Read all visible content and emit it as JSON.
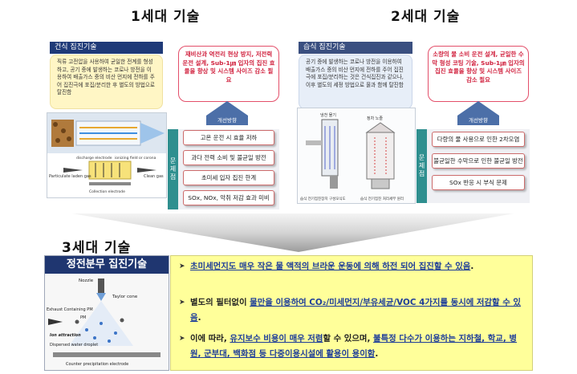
{
  "gen1": {
    "title": "1세대 기술",
    "tech_label": "건식 집진기술",
    "description": "직류 고전압을 사용하여 균일한 전계를 형성하고, 공기 중에 발생하는 코로나 방전을 이용하여 배출가스 중의 비산 먼지에 전하를 주어 집진극에 포집/분리한 후 별도의 방법으로 탈진함",
    "improvement_text": "재비산과 역전리 현상 방지, 저전력 운전 설계, Sub-1㎛ 입자의 집진 효율을 향상 및 시스템 사이즈 감소 필요",
    "improvement_label": "개선방향",
    "problem_label": "문제점",
    "problems": [
      "고온 운전 시 효율 저하",
      "과다 전력 소비 및 불균일 방전",
      "초미세 입자 집진 한계",
      "SOx, NOx, 악취 저감 효과 미비"
    ],
    "image_labels": {
      "discharge": "discharge electrode",
      "ionizing": "ionizing field or corona",
      "particulate": "Particulate laden gas",
      "clean": "Clean gas",
      "collection": "Collection electrode"
    }
  },
  "gen2": {
    "title": "2세대 기술",
    "tech_label": "습식 집진기술",
    "description": "공기 중에 발생하는 코로나 방전을 이용하여 배출가스 중의 비산 먼지에 전하를 주어 집진극에 포집/분리하는 것은 건식집진과 같으나, 이후 별도의 세정 방법으로 물과 함께 탈진함",
    "improvement_text": "소량의 물 소비 운전 설계, 균일한 수막 형성 코팅 기술, Sub-1㎛ 입자의 집진 효율을 향상 및 시스템 사이즈 감소 필요",
    "improvement_label": "개선방향",
    "problem_label": "문제점",
    "problems": [
      "다량의 물 사용으로 인한 2차오염",
      "불균일한 수막으로 인한 불균일 방전",
      "SOx 반응 시 부식 문제"
    ],
    "image_labels": {
      "top": "냉천 물기",
      "spray": "정차 노즐",
      "caption_left": "습식 전기집진장치 구성모식도",
      "caption_right": "습식 전기집진 처리세부 원리"
    }
  },
  "gen3": {
    "title": "3세대 기술",
    "tech_title": "정전분무 집진기술",
    "items": [
      {
        "segments": [
          {
            "text": "초미세먼지도 매우 작은 물 액적의 브라운 운동에 의해 하전 되어 집진할 수 있음",
            "hl": true
          },
          {
            "text": ".",
            "hl": false
          }
        ]
      },
      {
        "segments": [
          {
            "text": "별도의 필터없이 ",
            "hl": false
          },
          {
            "text": "물만을 이용하여 CO₂/미세먼지/부유세균/VOC 4가지를 동시에 저감할 수 있음",
            "hl": true
          },
          {
            "text": ".",
            "hl": false
          }
        ]
      },
      {
        "segments": [
          {
            "text": "이에 따라, ",
            "hl": false
          },
          {
            "text": "유지보수 비용이 매우 저렴",
            "hl": true
          },
          {
            "text": "할 수 있으며, ",
            "hl": false
          },
          {
            "text": "불특정 다수가 이용하는 지하철, 학교, 병원, 군부대, 백화점 등 다중이용시설에 활용이 용이함",
            "hl": true
          },
          {
            "text": ".",
            "hl": false
          }
        ]
      }
    ],
    "diagram_labels": {
      "nozzle": "Nozzle",
      "taylor": "Taylor cone",
      "exhaust": "Exhaust Containing PM",
      "pm": "PM",
      "ion": "Ion attraction",
      "dispersed": "Dispersed water droplet",
      "counter": "Counter precipitation electrode"
    }
  },
  "colors": {
    "navy": "#1f3670",
    "red_border": "#e34f6a",
    "problem_teal": "#2f8f8f",
    "highlight_blue": "#1d3c99",
    "gen3_yellow": "#ffff9a"
  }
}
